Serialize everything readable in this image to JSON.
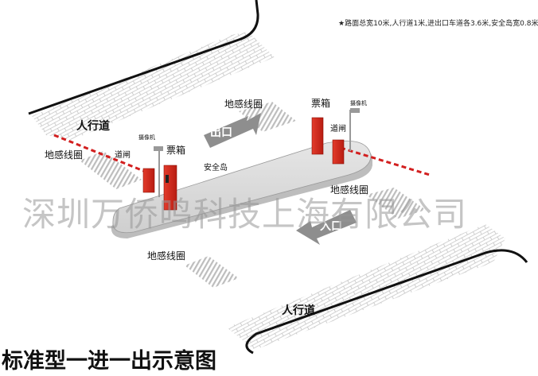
{
  "note": "★路面总宽10米,人行道1米,进出口车道各3.6米,安全岛宽0.8米",
  "watermark": "深圳万侨鸣科技上海有限公司",
  "caption": "标准型一进一出示意图",
  "labels": {
    "sidewalk_top": "人行道",
    "sidewalk_bottom": "人行道",
    "exit": "出口",
    "entry": "入口",
    "loop_top_left": "地感线圈",
    "loop_left": "地感线圈",
    "loop_right": "地感线圈",
    "loop_bottom": "地感线圈",
    "gate_left": "道闸",
    "gate_right": "道闸",
    "ticket_box_left": "票箱",
    "ticket_box_right": "票箱",
    "camera_left": "摄像机",
    "camera_right": "摄像机",
    "island": "安全岛"
  },
  "colors": {
    "gate_red": "#d42a1c",
    "barrier_red": "#d21f1f",
    "island_gray": "#d6d6d6",
    "arrow_gray": "#8e8e8e",
    "brick_line": "#c8c8c8"
  }
}
